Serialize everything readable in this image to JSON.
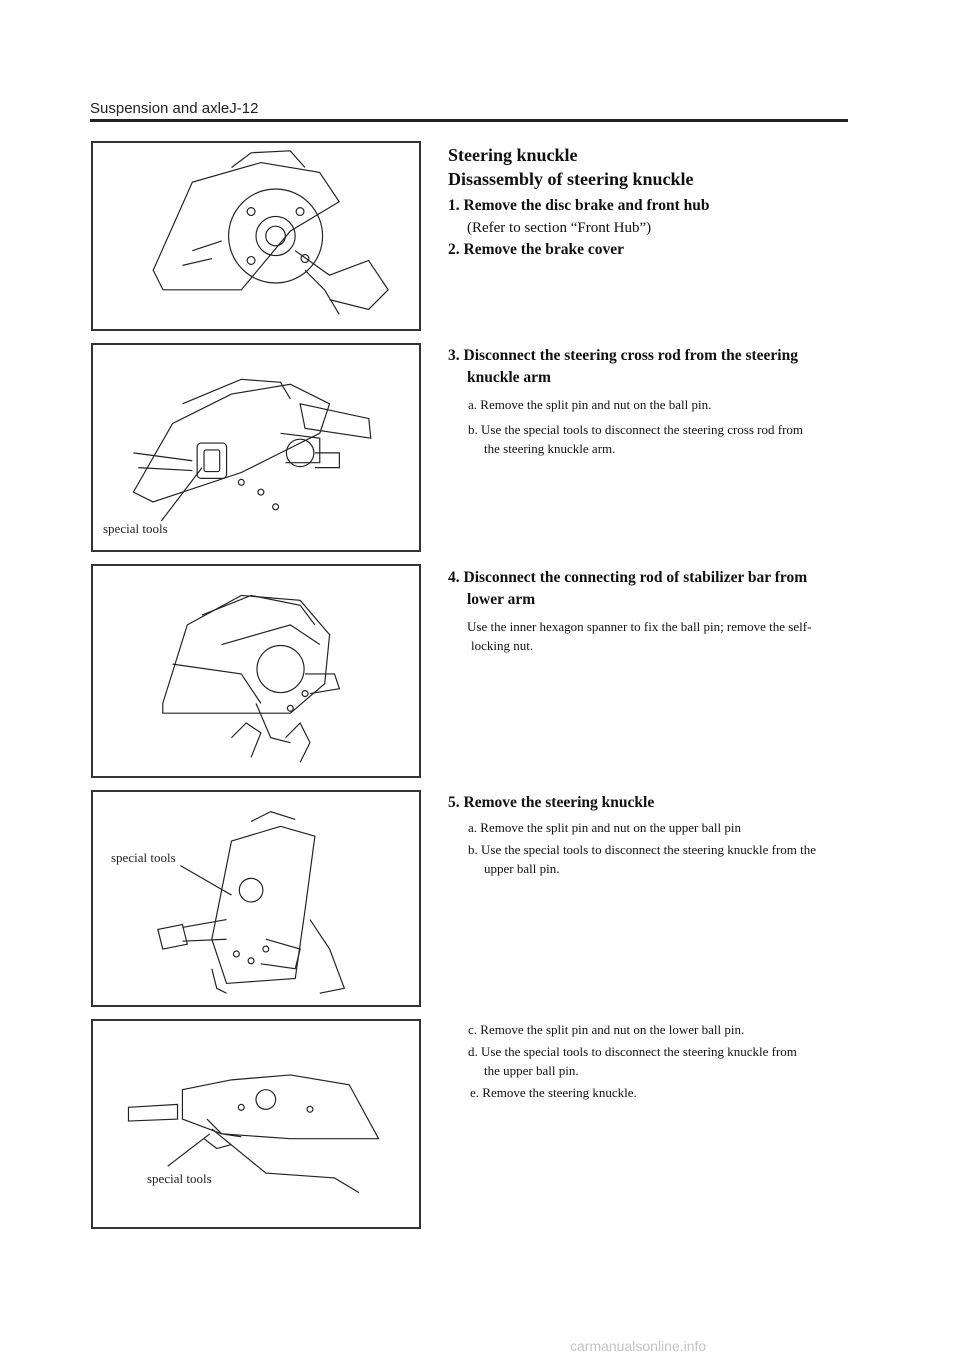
{
  "header": {
    "title": "Suspension and axleJ-12"
  },
  "section1": {
    "title": "Steering knuckle",
    "subtitle": "Disassembly of steering knuckle",
    "step1": "1. Remove the disc brake and front hub",
    "step1_note": "(Refer to section “Front Hub”)",
    "step2": "2. Remove the brake cover"
  },
  "section2": {
    "step3_line1": "3. Disconnect the steering cross rod from the steering",
    "step3_line2": "knuckle arm",
    "sub_a": "a. Remove the split pin and nut on the ball pin.",
    "sub_b_line1": "b. Use the special tools to disconnect the steering cross rod from",
    "sub_b_line2": "the steering knuckle arm.",
    "callout": "special tools"
  },
  "section3": {
    "step4_line1": "4. Disconnect the connecting rod of stabilizer bar from",
    "step4_line2": "lower arm",
    "text_line1": "Use the inner hexagon spanner to fix the ball pin; remove the self-",
    "text_line2": "locking nut."
  },
  "section4": {
    "step5": "5. Remove the steering knuckle",
    "sub_a": "a.   Remove the split pin and nut on the upper ball pin",
    "sub_b_line1": "b.   Use the special tools to disconnect the steering knuckle from the",
    "sub_b_line2": "upper ball pin.",
    "callout": "special tools"
  },
  "section5": {
    "sub_c": "c.   Remove the split pin and nut on the lower ball pin.",
    "sub_d_line1": "d.   Use the special tools to disconnect the steering knuckle from",
    "sub_d_line2": "the upper ball pin.",
    "sub_e": "e.   Remove the steering knuckle.",
    "callout": "special tools"
  },
  "footer": {
    "watermark": "carmanualsonline.info"
  }
}
